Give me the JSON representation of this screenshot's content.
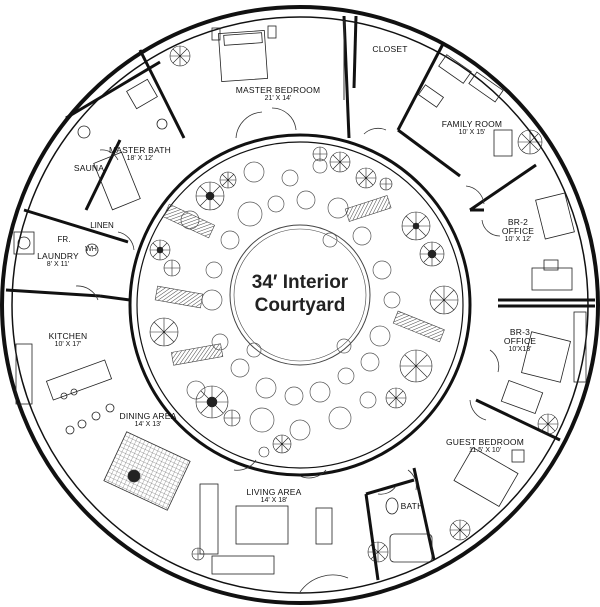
{
  "plan": {
    "courtyard": {
      "line1": "34′ Interior",
      "line2": "Courtyard"
    },
    "rooms": {
      "master_bedroom": {
        "name": "MASTER BEDROOM",
        "dim": "21' X 14'"
      },
      "closet": {
        "name": "CLOSET"
      },
      "family_room": {
        "name": "FAMILY ROOM",
        "dim": "10' X 15'"
      },
      "master_bath": {
        "name": "MASTER BATH",
        "dim": "18' X 12'"
      },
      "sauna": {
        "name": "SAUNA"
      },
      "br2": {
        "name": "BR-2",
        "name2": "OFFICE",
        "dim": "10' X 12'"
      },
      "linen": {
        "name": "LINEN"
      },
      "fr": {
        "name": "FR."
      },
      "wh": {
        "name": "WH."
      },
      "laundry": {
        "name": "LAUNDRY",
        "dim": "8' X 11'"
      },
      "br3": {
        "name": "BR-3",
        "name2": "OFFICE",
        "dim": "10'X13'"
      },
      "kitchen": {
        "name": "KITCHEN",
        "dim": "10' X 17'"
      },
      "dining": {
        "name": "DINING AREA",
        "dim": "14' X 13'"
      },
      "guest": {
        "name": "GUEST BEDROOM",
        "dim": "11.5' X 10'"
      },
      "living": {
        "name": "LIVING AREA",
        "dim": "14' X 18'"
      },
      "bath": {
        "name": "BATH"
      }
    },
    "colors": {
      "wall": "#111111",
      "line": "#333333",
      "hatch": "#555555"
    }
  }
}
